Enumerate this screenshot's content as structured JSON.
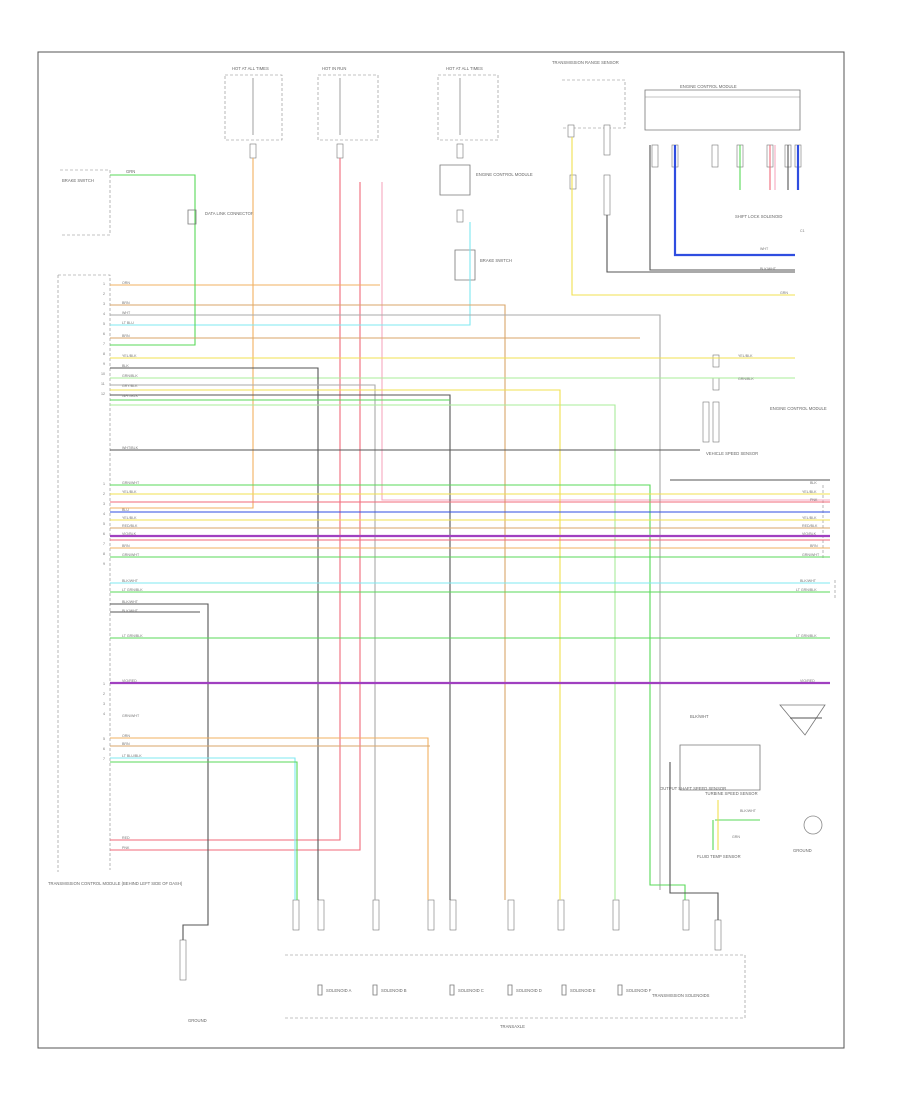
{
  "page_label": "",
  "wire_colors": {
    "BRN": "#d9a66a",
    "BLU": "#2f4de0",
    "YEL": "#f0e050",
    "GRN": "#58d858",
    "LT GRN": "#a8ec9a",
    "RED": "#f06a7a",
    "PNK": "#f5a8c0",
    "ORN": "#f2b060",
    "VIO": "#a040c0",
    "BLK": "#555555",
    "WHT": "#cccccc",
    "GRY": "#999999",
    "LT BLU": "#7fe8f0"
  },
  "components": {
    "tcm": {
      "label": "TRANSMISSION CONTROL MODULE (BEHIND LEFT SIDE OF DASH)"
    },
    "fuse_a": {
      "label": "HOT AT ALL TIMES"
    },
    "fuse_b": {
      "label": "HOT IN RUN"
    },
    "fuse_c": {
      "label": "HOT AT ALL TIMES"
    },
    "relay": {
      "label": "ENGINE CONTROL MODULE"
    },
    "brake_sw": {
      "label": "BRAKE SWITCH"
    },
    "data_link": {
      "label": "DATA LINK CONNECTOR"
    },
    "range_sensor": {
      "label": "TRANSMISSION RANGE SENSOR"
    },
    "ecm": {
      "label": "ENGINE CONTROL MODULE"
    },
    "shift_lock": {
      "label": "SHIFT LOCK SOLENOID"
    },
    "vss": {
      "label": "VEHICLE SPEED SENSOR"
    },
    "oss": {
      "label": "OUTPUT SHAFT SPEED SENSOR"
    },
    "turbine": {
      "label": "TURBINE SPEED SENSOR"
    },
    "ground": {
      "label": "GROUND"
    },
    "trans": {
      "label": "TRANSAXLE"
    },
    "solenoids": {
      "label": "TRANSMISSION SOLENOIDS"
    },
    "temp_sensor": {
      "label": "FLUID TEMP SENSOR"
    },
    "sol1": {
      "label": "SOLENOID A"
    },
    "sol2": {
      "label": "SOLENOID B"
    },
    "sol3": {
      "label": "SOLENOID C"
    },
    "sol4": {
      "label": "SOLENOID D"
    },
    "sol5": {
      "label": "SOLENOID E"
    },
    "sol6": {
      "label": "SOLENOID F"
    }
  },
  "wires": {
    "w1": "GRN",
    "w2": "BRN",
    "w3": "WHT",
    "w4": "LT BLU",
    "w5": "BRN",
    "w6": "YEL/BLK",
    "w7": "GRN/BLK",
    "w8": "GRY/BLK",
    "w9": "BLK",
    "w10": "WHT/BLK",
    "w11": "BRN",
    "w12": "YEL/BLK",
    "w13": "GRN",
    "w14": "BLU",
    "w15": "YEL/BLK",
    "w16": "RED/BLK",
    "w17": "VIO/BLK",
    "w18": "BRN",
    "w19": "GRN/WHT",
    "w20": "BLK/WHT",
    "w21": "LT GRN/BLK",
    "w22": "BLK/WHT",
    "w23": "LT GRN/BLK",
    "w24": "VIO/RED",
    "w25": "GRN/WHT",
    "w26": "ORN",
    "w27": "BRN",
    "w28": "LT BLU/BLK",
    "w29": "RED",
    "w30": "PNK"
  }
}
